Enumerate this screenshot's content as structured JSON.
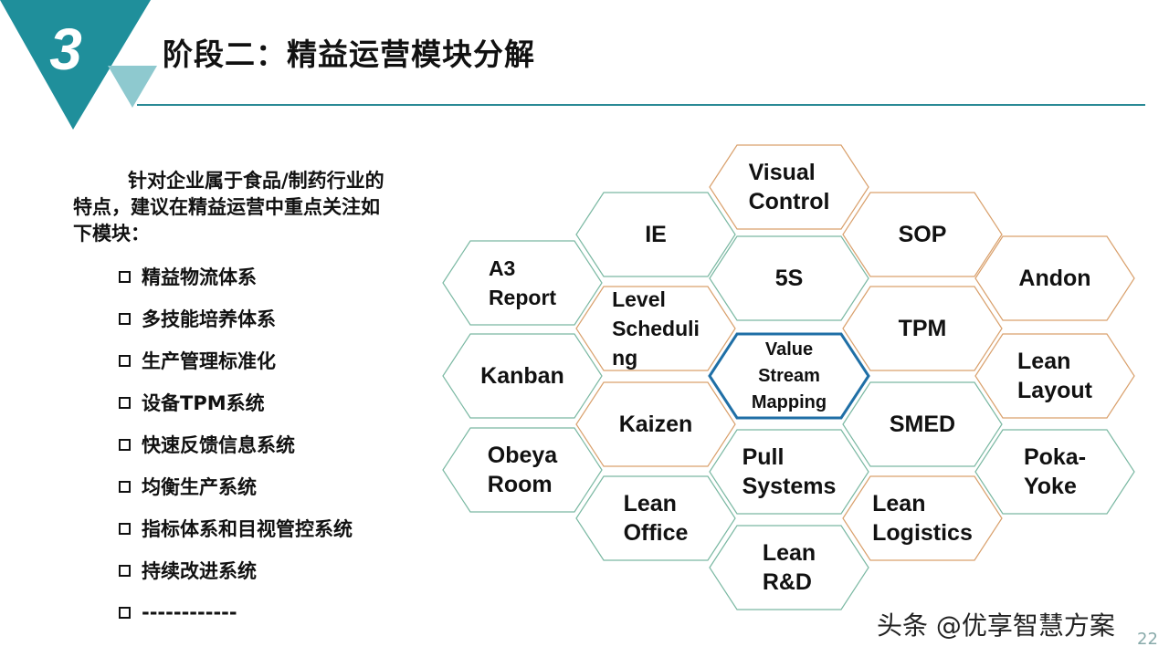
{
  "section_number": "3",
  "title": "阶段二：精益运营模块分解",
  "intro_text": "针对企业属于食品/制药行业的特点，建议在精益运营中重点关注如下模块：",
  "modules": [
    "精益物流体系",
    "多技能培养体系",
    "生产管理标准化",
    "设备TPM系统",
    "快速反馈信息系统",
    "均衡生产系统",
    "指标体系和目视管控系统",
    "持续改进系统",
    "------------"
  ],
  "hexagons": [
    {
      "label": "Visual\nControl",
      "color": "orange"
    },
    {
      "label": "IE",
      "color": "green"
    },
    {
      "label": "SOP",
      "color": "orange"
    },
    {
      "label": "A3\nReport",
      "color": "green"
    },
    {
      "label": "5S",
      "color": "green"
    },
    {
      "label": "Andon",
      "color": "orange"
    },
    {
      "label": "Level\nScheduli\nng",
      "color": "orange"
    },
    {
      "label": "TPM",
      "color": "orange"
    },
    {
      "label": "Kanban",
      "color": "green"
    },
    {
      "label": "Value\nStream\nMapping",
      "color": "blue"
    },
    {
      "label": "Lean\nLayout",
      "color": "orange"
    },
    {
      "label": "Kaizen",
      "color": "orange"
    },
    {
      "label": "SMED",
      "color": "green"
    },
    {
      "label": "Obeya\nRoom",
      "color": "green"
    },
    {
      "label": "Pull\nSystems",
      "color": "green"
    },
    {
      "label": "Poka-\nYoke",
      "color": "green"
    },
    {
      "label": "Lean\nOffice",
      "color": "green"
    },
    {
      "label": "Lean\nLogistics",
      "color": "orange"
    },
    {
      "label": "Lean\nR&D",
      "color": "green"
    }
  ],
  "colors": {
    "green": "#7ab8a2",
    "orange": "#d9a06c",
    "blue": "#1f6fa6",
    "teal_dark": "#1f8f9b",
    "teal_light": "#8ec9cf"
  },
  "watermark": "头条 @优享智慧方案",
  "page_number": "22"
}
